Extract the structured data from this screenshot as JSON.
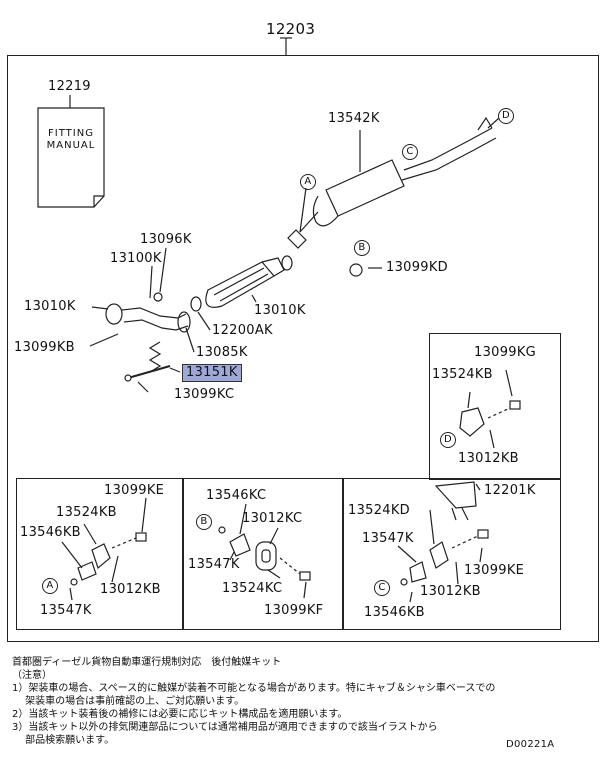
{
  "parts": {
    "top": "12203",
    "fitting_no": "12219",
    "fitting_text": [
      "FITTING",
      "MANUAL"
    ],
    "p13542K": "13542K",
    "p13096K": "13096K",
    "p13100K": "13100K",
    "p13010K_a": "13010K",
    "p13010K_b": "13010K",
    "p13099KD": "13099KD",
    "p12200AK": "12200AK",
    "p13085K": "13085K",
    "p13099KB": "13099KB",
    "p13151K": "13151K",
    "p13099KC": "13099KC",
    "r_13099KG": "13099KG",
    "r_13524KB": "13524KB",
    "r_13012KB": "13012KB",
    "b1_13099KE": "13099KE",
    "b1_13524KB": "13524KB",
    "b1_13546KB": "13546KB",
    "b1_13012KB": "13012KB",
    "b1_13547K": "13547K",
    "b2_13546KC": "13546KC",
    "b2_13012KC": "13012KC",
    "b2_13547K": "13547K",
    "b2_13524KC": "13524KC",
    "b2_13099KF": "13099KF",
    "b3_12201K": "12201K",
    "b3_13524KD": "13524KD",
    "b3_13547K": "13547K",
    "b3_13099KE": "13099KE",
    "b3_13012KB": "13012KB",
    "b3_13546KB": "13546KB"
  },
  "markers": {
    "A": "A",
    "B": "B",
    "C": "C",
    "D": "D"
  },
  "notes": {
    "title": "首都圏ディーゼル貨物自動車運行規制対応　後付触媒キット",
    "sub": "（注意）",
    "n1a": "1）架装車の場合、スペース的に触媒が装着不可能となる場合があります。特にキャブ＆シャシ車ベースでの",
    "n1b": "　 架装車の場合は事前確認の上、ご対応願います。",
    "n2": "2）当該キット装着後の補修には必要に応じキット構成品を適用願います。",
    "n3a": "3）当該キット以外の排気関連部品については通常補用品が適用できますので該当イラストから",
    "n3b": "　 部品検索願います。",
    "code": "D00221A"
  }
}
